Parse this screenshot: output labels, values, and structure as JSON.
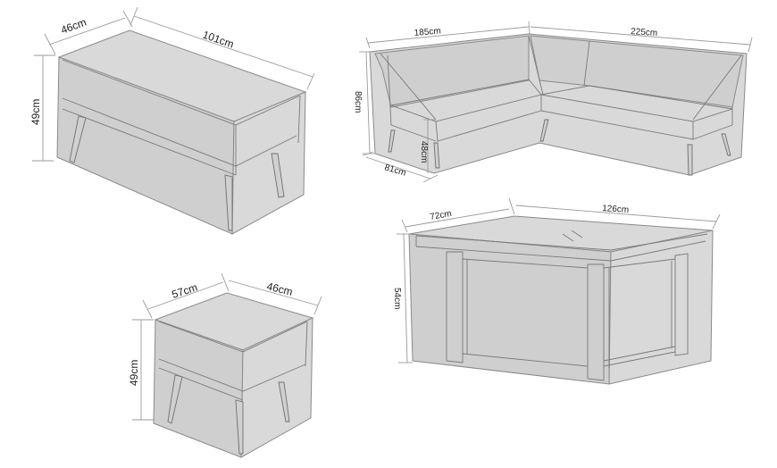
{
  "diagram": {
    "type": "furniture-cover-dimensions",
    "colors": {
      "cover_fill": "#d9d9d9",
      "outline": "#8a8a8a",
      "dimension_line": "#9a9a9a",
      "label_text": "#222222",
      "background": "#ffffff"
    },
    "items": [
      {
        "name": "bench",
        "dimensions": {
          "depth": "46cm",
          "width": "101cm",
          "height": "49cm"
        }
      },
      {
        "name": "corner-sofa",
        "dimensions": {
          "left_length": "185cm",
          "right_length": "225cm",
          "height": "86cm",
          "seat_height": "48cm",
          "depth": "81cm"
        }
      },
      {
        "name": "coffee-table",
        "dimensions": {
          "depth": "72cm",
          "width": "126cm",
          "height": "54cm"
        }
      },
      {
        "name": "stool",
        "dimensions": {
          "width": "57cm",
          "depth": "46cm",
          "height": "49cm"
        }
      }
    ]
  }
}
